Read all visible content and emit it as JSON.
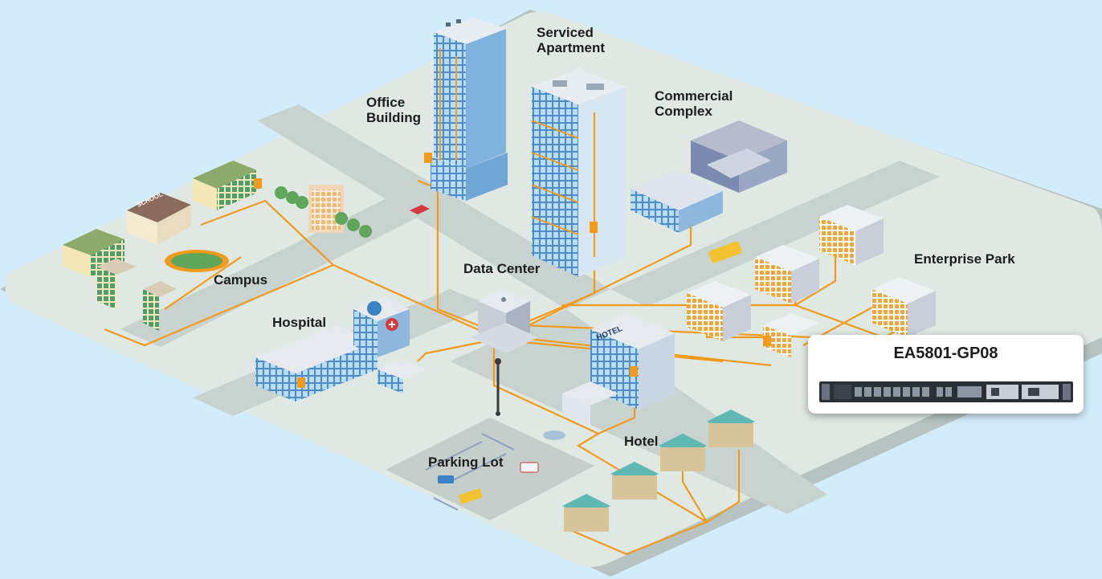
{
  "labels": {
    "serviced_apartment": [
      "Serviced",
      "Apartment"
    ],
    "office_building": [
      "Office",
      "Building"
    ],
    "commercial_complex": [
      "Commercial",
      "Complex"
    ],
    "campus": "Campus",
    "data_center": "Data Center",
    "enterprise_park": "Enterprise Park",
    "hospital": "Hospital",
    "hotel": "Hotel",
    "parking_lot": "Parking Lot"
  },
  "signs": {
    "school": "SCHOOL",
    "hotel": "HOTEL"
  },
  "device": {
    "name": "EA5801-GP08"
  },
  "colors": {
    "background": "#d3ecf9",
    "ground": "#dfe8e3",
    "road": "#c8d3cf",
    "fiber": "#f29a1c",
    "building_blue": "#5b95cf",
    "roof_teal": "#5fb8b4"
  }
}
